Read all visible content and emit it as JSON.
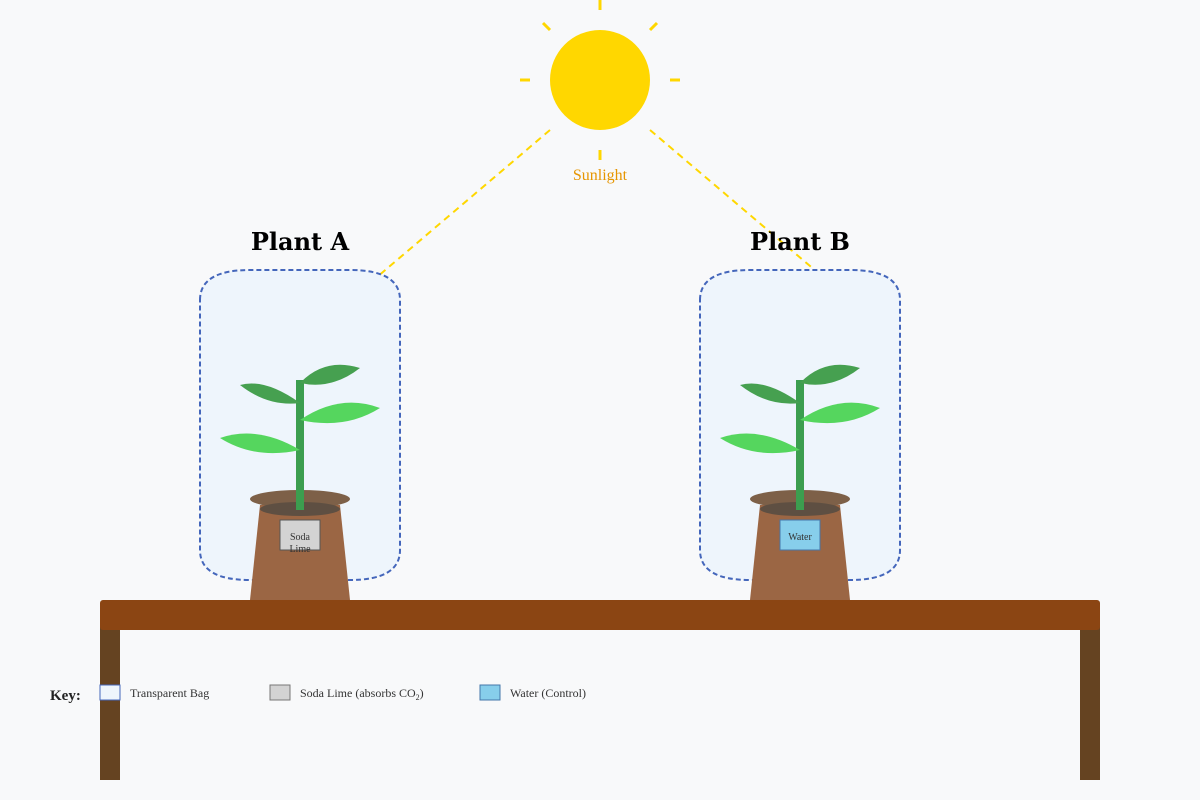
{
  "sun": {
    "label": "Sunlight",
    "color": "#ffd700"
  },
  "plants": [
    {
      "title": "Plant A",
      "container_label_line1": "Soda",
      "container_label_line2": "Lime",
      "container_color": "#d3d3d3"
    },
    {
      "title": "Plant B",
      "container_label_line1": "Water",
      "container_color": "#87ceeb"
    }
  ],
  "key": {
    "title": "Key:",
    "items": [
      {
        "label": "Transparent Bag"
      },
      {
        "label_main": "Soda Lime (absorbs CO",
        "label_sub": "2",
        "label_end": ")"
      },
      {
        "label": "Water (Control)"
      }
    ]
  },
  "colors": {
    "background": "#f8f9fa",
    "bag_stroke": "#4466bb",
    "bag_fill": "#eef5fc",
    "table": "#8b4513",
    "table_legs": "#654321",
    "pot": "#9b6644",
    "stem": "#3c9e4f",
    "leaf_dark": "#46a050",
    "leaf_light": "#55d65e"
  }
}
